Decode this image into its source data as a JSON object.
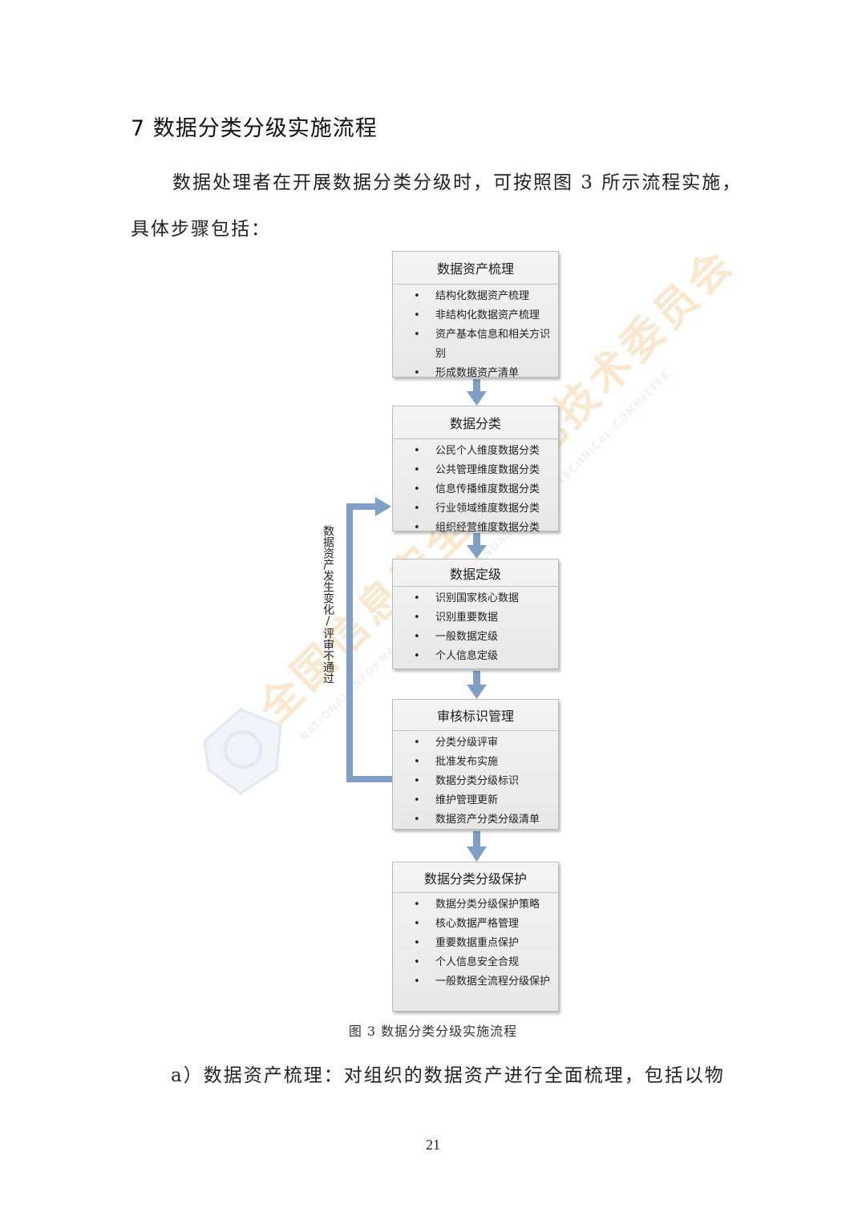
{
  "section": {
    "heading": "7 数据分类分级实施流程"
  },
  "paragraphs": {
    "intro_line1": "数据处理者在开展数据分类分级时，可按照图 3 所示流程实施，",
    "intro_line2": "具体步骤包括：",
    "item_a": "a）数据资产梳理：对组织的数据资产进行全面梳理，包括以物"
  },
  "flowchart": {
    "steps": [
      {
        "title": "数据资产梳理",
        "items": [
          "结构化数据资产梳理",
          "非结构化数据资产梳理",
          "资产基本信息和相关方识别",
          "形成数据资产清单"
        ]
      },
      {
        "title": "数据分类",
        "items": [
          "公民个人维度数据分类",
          "公共管理维度数据分类",
          "信息传播维度数据分类",
          "行业领域维度数据分类",
          "组织经营维度数据分类"
        ]
      },
      {
        "title": "数据定级",
        "items": [
          "识别国家核心数据",
          "识别重要数据",
          "一般数据定级",
          "个人信息定级"
        ]
      },
      {
        "title": "审核标识管理",
        "items": [
          "分类分级评审",
          "批准发布实施",
          "数据分类分级标识",
          "维护管理更新",
          "数据资产分类分级清单"
        ]
      },
      {
        "title": "数据分类分级保护",
        "items": [
          "数据分类分级保护策略",
          "核心数据严格管理",
          "重要数据重点保护",
          "个人信息安全合规",
          "一般数据全流程分级保护"
        ]
      }
    ],
    "feedback_label": "数据资产发生变化/评审不通过",
    "arrow_color": "#7f9fc7"
  },
  "figure": {
    "caption": "图 3  数据分类分级实施流程"
  },
  "watermark": {
    "text_cn": "全国信息安全标准化技术委员会",
    "text_en": "NATIONAL INFORMATION SECURITY STANDARDIZATION TECHNICAL COMMITTEE",
    "color": "#f2c48a"
  },
  "page": {
    "number": "21"
  }
}
